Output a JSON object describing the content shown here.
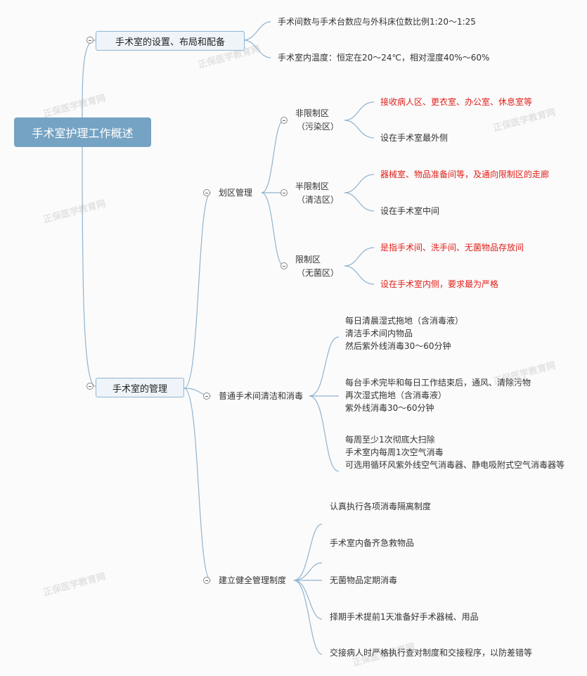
{
  "root": "手术室护理工作概述",
  "watermark": "正保医学教育网",
  "branches": [
    {
      "label": "手术室的设置、布局和配备",
      "leaves": [
        "手术间数与手术台数应与外科床位数比例1:20～1:25",
        "手术室内温度：恒定在20～24℃，相对湿度40%～60%"
      ]
    },
    {
      "label": "手术室的管理",
      "children": [
        {
          "label": "划区管理",
          "zones": [
            {
              "name": "非限制区",
              "sub": "（污染区）",
              "leaves": [
                "接收病人区、更衣室、办公室、休息室等",
                "设在手术室最外侧"
              ]
            },
            {
              "name": "半限制区",
              "sub": "（清洁区）",
              "leaves": [
                "器械室、物品准备间等，及通向限制区的走廊",
                "设在手术室中间"
              ]
            },
            {
              "name": "限制区",
              "sub": "（无菌区）",
              "leaves": [
                "是指手术间、洗手间、无菌物品存放间",
                "设在手术室内侧，要求最为严格"
              ]
            }
          ]
        },
        {
          "label": "普通手术间清洁和消毒",
          "groups": [
            [
              "每日清晨湿式拖地（含消毒液）",
              "清洁手术间内物品",
              "然后紫外线消毒30～60分钟"
            ],
            [
              "每台手术完毕和每日工作结束后，通风、清除污物",
              "再次湿式拖地（含消毒液）",
              "紫外线消毒30～60分钟"
            ],
            [
              "每周至少1次彻底大扫除",
              "手术室内每周1次空气消毒",
              "可选用循环风紫外线空气消毒器、静电吸附式空气消毒器等"
            ]
          ]
        },
        {
          "label": "建立健全管理制度",
          "leaves": [
            "认真执行各项消毒隔离制度",
            "手术室内备齐急救物品",
            "无菌物品定期消毒",
            "择期手术提前1天准备好手术器械、用品",
            "交接病人时严格执行查对制度和交接程序，以防差错等"
          ]
        }
      ]
    }
  ]
}
